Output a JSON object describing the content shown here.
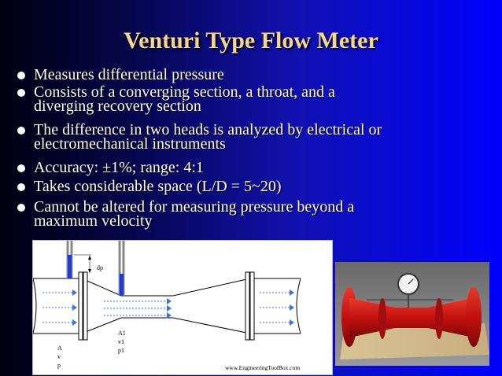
{
  "slide": {
    "title": "Venturi Type Flow Meter",
    "bullets": [
      [
        "Measures differential pressure"
      ],
      [
        "Consists of a converging section, a throat, and a",
        "diverging recovery section"
      ],
      [
        "The difference in two heads is analyzed by electrical or",
        "electromechanical instruments"
      ],
      [
        "Accuracy: ±1%; range: 4:1"
      ],
      [
        "Takes considerable space (L/D = 5~20)"
      ],
      [
        "Cannot be altered for measuring pressure beyond a",
        "maximum velocity"
      ]
    ]
  },
  "diagram": {
    "dp_label": "dp",
    "inlet_labels": [
      "A",
      "v",
      "p"
    ],
    "throat_labels": [
      "A1",
      "v1",
      "p1"
    ],
    "watermark": "www.EngineeringToolBox.com"
  },
  "colors": {
    "title": "#f7d68f",
    "bullet_text": "#ffffff",
    "fluid_column": "#1f3ad8",
    "flow_arrows": "#3f6fe0",
    "meter_red": "#c41010"
  },
  "icons": {
    "bullet": "filled-circle-bullet",
    "gauge": "pressure-gauge-icon"
  }
}
